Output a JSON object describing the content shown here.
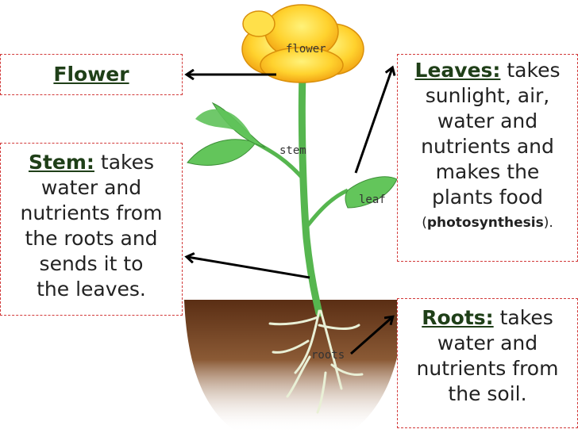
{
  "plant_tags": {
    "flower": "flower",
    "stem": "stem",
    "leaf": "leaf",
    "roots": "roots"
  },
  "flower_box": {
    "label": "Flower"
  },
  "stem_box": {
    "term": "Stem:",
    "lines": [
      "takes",
      "water and",
      "nutrients from",
      "the roots and",
      "sends it to",
      "the leaves."
    ]
  },
  "leaves_box": {
    "term": "Leaves:",
    "lines": [
      "takes",
      "sunlight, air,",
      "water and",
      "nutrients and",
      "makes the",
      "plants food"
    ],
    "paren_open": "(",
    "photosynthesis": "photosynthesis",
    "paren_close": ")."
  },
  "roots_box": {
    "term": "Roots:",
    "lines": [
      "takes",
      "water and",
      "nutrients from",
      "the soil."
    ]
  },
  "colors": {
    "soil": "#6b3a1e",
    "leaf": "#5fc25a",
    "flower": "#ffd12a",
    "border": "#d23a3a"
  }
}
